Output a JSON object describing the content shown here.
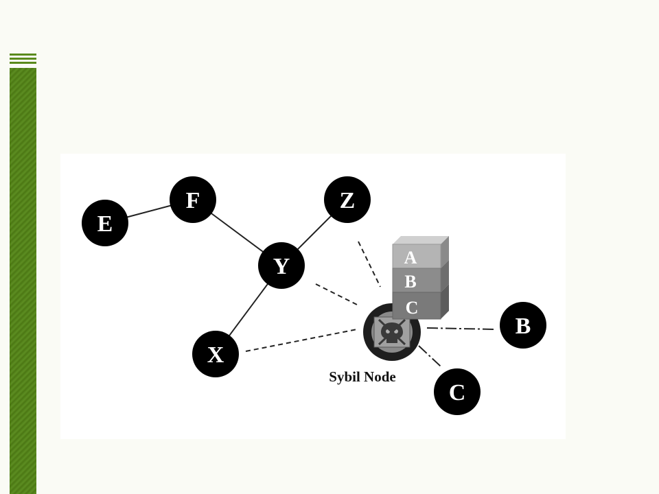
{
  "nodes": {
    "E": "E",
    "F": "F",
    "Z": "Z",
    "Y": "Y",
    "X": "X",
    "B": "B",
    "C": "C"
  },
  "identities": [
    "A",
    "B",
    "C"
  ],
  "sybil_label": "Sybil Node",
  "colors": {
    "node": "#000000",
    "panel": "#ffffff",
    "background": "#fafbf5",
    "accent_green": "#5a8a1c",
    "stack_top": "#b4b4b4",
    "stack_mid": "#8c8c8c",
    "stack_low": "#7a7a7a"
  }
}
